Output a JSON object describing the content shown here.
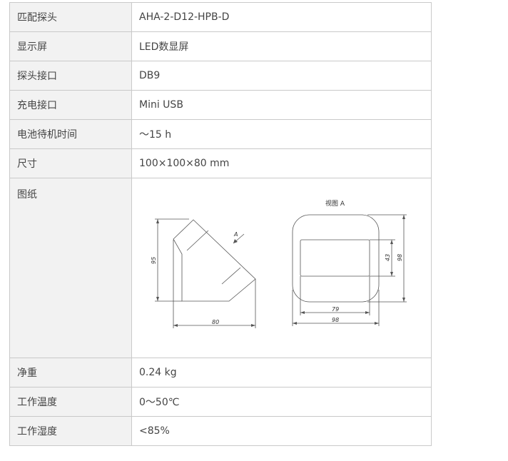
{
  "specs": [
    {
      "label": "匹配探头",
      "value": "AHA-2-D12-HPB-D"
    },
    {
      "label": "显示屏",
      "value": "LED数显屏"
    },
    {
      "label": "探头接口",
      "value": "DB9"
    },
    {
      "label": "充电接口",
      "value": "Mini USB"
    },
    {
      "label": "电池待机时间",
      "value": "～15 h"
    },
    {
      "label": "尺寸",
      "value": "100×100×80 mm"
    }
  ],
  "drawing": {
    "label": "图纸",
    "view_label": "视图 A",
    "arrow_label": "A",
    "side_height": "95",
    "side_width": "80",
    "front_width_outer": "98",
    "front_width_inner": "79",
    "front_height_outer": "98",
    "front_height_inner": "43"
  },
  "specs_after": [
    {
      "label": "净重",
      "value": "0.24 kg"
    },
    {
      "label": "工作温度",
      "value": "0～50℃"
    },
    {
      "label": "工作湿度",
      "value": "<85%"
    }
  ]
}
